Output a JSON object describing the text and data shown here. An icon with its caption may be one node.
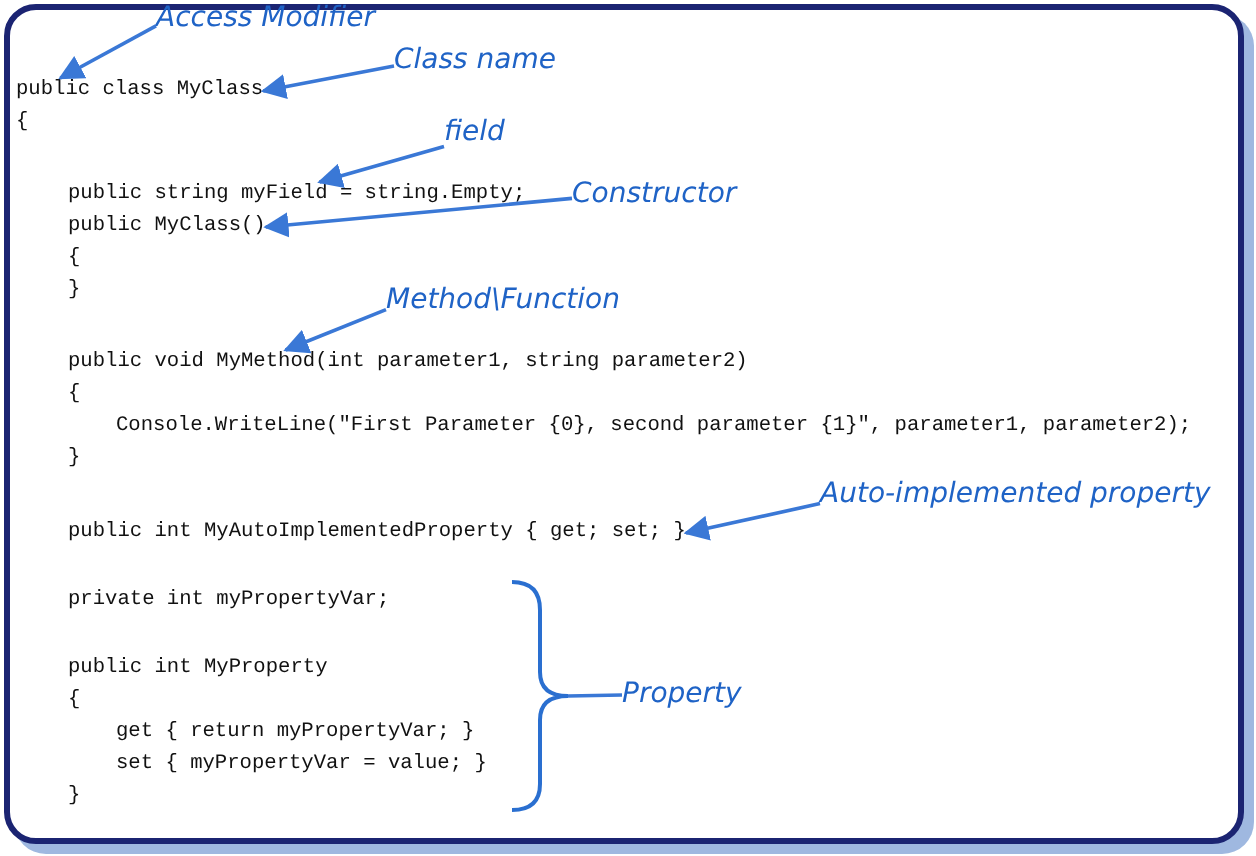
{
  "diagram": {
    "nodes": [
      {
        "text": [
          "Access Modifier"
        ]
      },
      {
        "text": [
          "Class name"
        ]
      },
      {
        "text": [
          "public class MyClass"
        ]
      },
      {
        "text": [
          "field"
        ]
      },
      {
        "text": [
          "Constructor"
        ]
      },
      {
        "text": [
          "public string myField = string.Empty;"
        ]
      },
      {
        "text": [
          "public MyClass()"
        ]
      },
      {
        "text": [
          "Method\\Function"
        ]
      },
      {
        "text": [
          "public void MyMethod(int parameter1, string parameter2)"
        ]
      },
      {
        "text": [
          "Auto-implemented property"
        ]
      },
      {
        "text": [
          "public int MyAutoImplementedProperty { get; set; }"
        ]
      },
      {
        "text": [
          "Property"
        ]
      },
      {
        "text": [],
        "shape": "bracket"
      }
    ],
    "edges": [
      {
        "from": 0,
        "to": 2,
        "arrow": "to"
      },
      {
        "from": 1,
        "to": 2,
        "arrow": "to"
      },
      {
        "from": 3,
        "to": 5,
        "arrow": "to"
      },
      {
        "from": 4,
        "to": 6,
        "arrow": "to"
      },
      {
        "from": 7,
        "to": 8,
        "arrow": "to"
      },
      {
        "from": 9,
        "to": 10,
        "arrow": "to"
      },
      {
        "from": 11,
        "to": 12,
        "arrow": "none"
      }
    ],
    "labels": [
      "{",
      "{",
      "}",
      "{",
      "Console.WriteLine(\"First Parameter {0}, second parameter {1}\", parameter1, parameter2);",
      "}",
      "private int myPropertyVar;",
      "public int MyProperty",
      "{",
      "get { return myPropertyVar; }",
      "set { myPropertyVar = value; }",
      "}"
    ]
  }
}
